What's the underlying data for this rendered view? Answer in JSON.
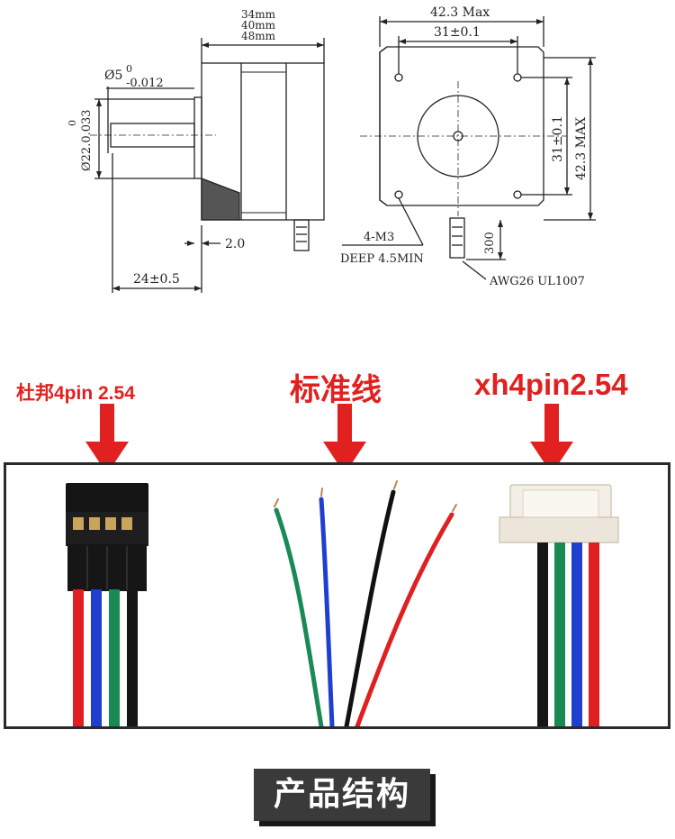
{
  "drawing": {
    "dim_length_1": "34mm",
    "dim_length_2": "40mm",
    "dim_length_3": "48mm",
    "dim_shaft_dia_main": "Ø5",
    "dim_shaft_dia_sup": "0",
    "dim_shaft_dia_sub": "-0.012",
    "dim_boss_dia": "Ø22.0.033",
    "dim_boss_sup": "0",
    "dim_boss_height": "2.0",
    "dim_shaft_length": "24±0.5",
    "dim_body_width": "42.3 Max",
    "dim_hole_spacing": "31±0.1",
    "dim_hole_spacing_v": "31±0.1",
    "dim_body_height": "42.3 MAX",
    "dim_holes": "4-M3",
    "dim_holes_depth": "DEEP 4.5MIN",
    "dim_lead_length": "300",
    "dim_wire_spec": "AWG26 UL1007"
  },
  "labels": {
    "left": "杜邦4pin 2.54",
    "center": "标准线",
    "right": "xh4pin2.54"
  },
  "colors": {
    "label_red": "#e0211f",
    "wire_red": "#e02020",
    "wire_blue": "#1f3fd0",
    "wire_green": "#1a8a55",
    "wire_black": "#111111"
  },
  "caption": "产品结构"
}
